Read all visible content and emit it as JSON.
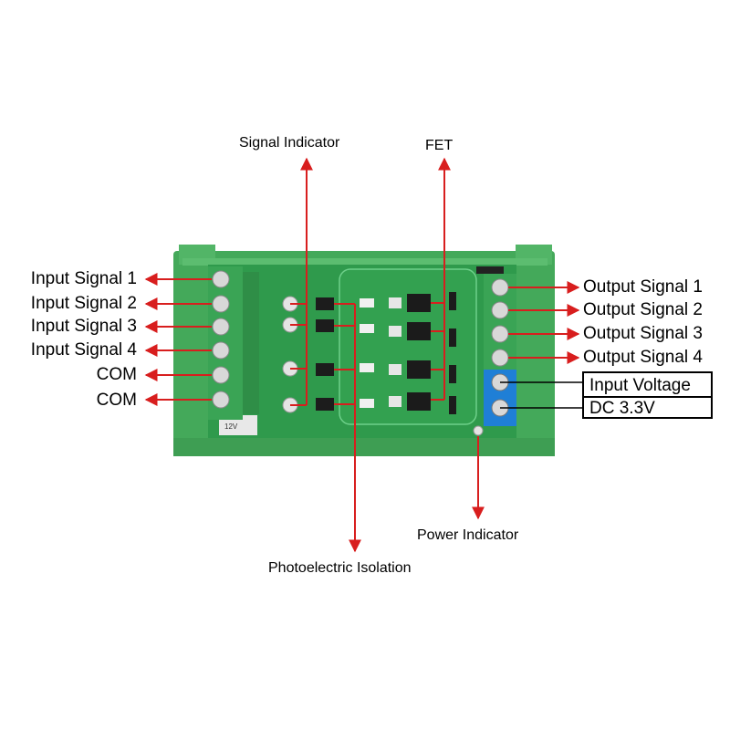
{
  "labels": {
    "top": {
      "signal_indicator": "Signal Indicator",
      "fet": "FET"
    },
    "bottom": {
      "photoelectric_isolation": "Photoelectric Isolation",
      "power_indicator": "Power Indicator"
    },
    "left": [
      "Input Signal 1",
      "Input Signal 2",
      "Input Signal 3",
      "Input Signal 4",
      "COM",
      "COM"
    ],
    "right": [
      "Output Signal 1",
      "Output Signal 2",
      "Output Signal 3",
      "Output Signal 4"
    ],
    "input_voltage": {
      "line1": "Input Voltage",
      "line2": "DC 3.3V"
    }
  },
  "colors": {
    "arrow": "#d81e1e",
    "pcb": "#2f9a4c",
    "rail": "#4fb062",
    "terminal_green": "#3aa455",
    "terminal_blue": "#1f7fd6"
  }
}
